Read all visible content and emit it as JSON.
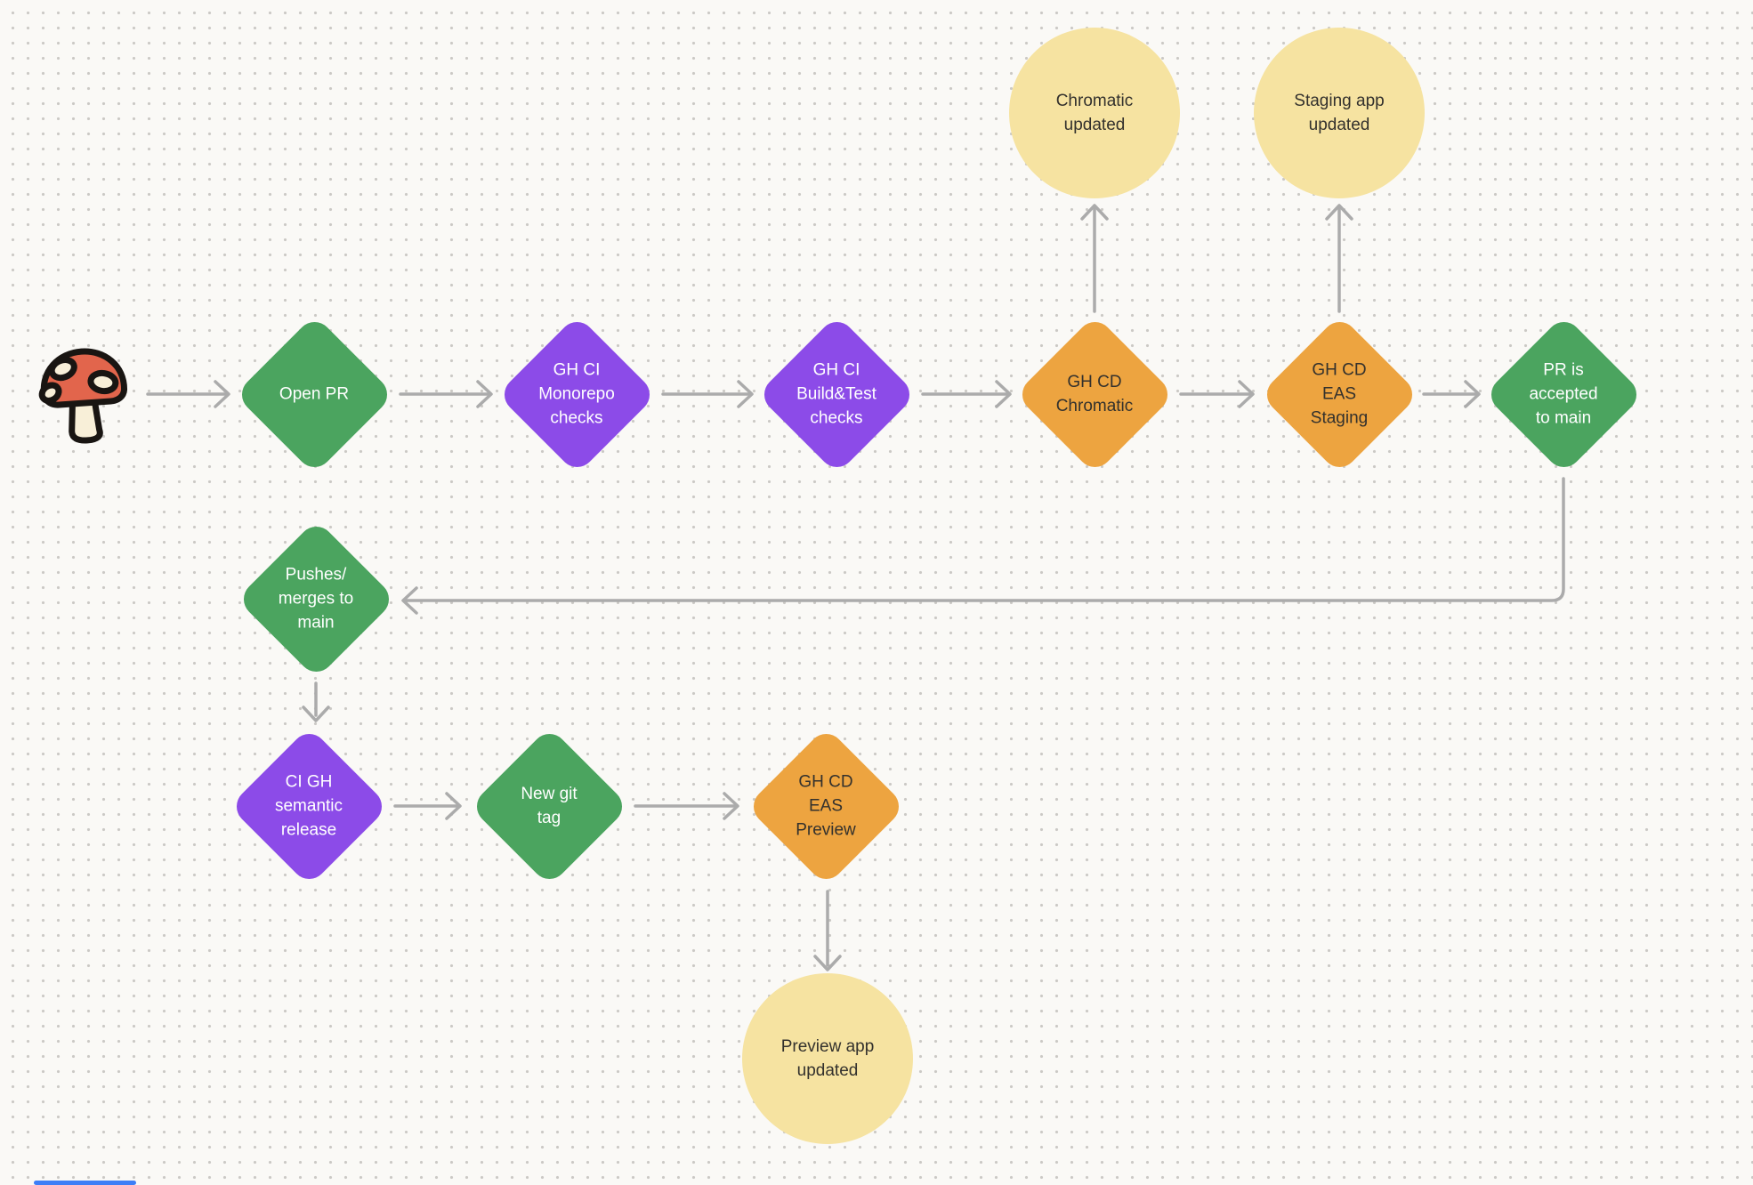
{
  "canvas": {
    "background": "#FAF9F6",
    "dot_color": "#CBC9C5"
  },
  "palette": {
    "green": "#4BA45F",
    "purple": "#8C4BE8",
    "orange": "#EDA440",
    "yellow": "#F6E3A1",
    "arrow": "#ABABAB",
    "text_on_bright": "#FFFFFF",
    "text_on_soft": "#33312D",
    "accent_bar": "#3D7EF7"
  },
  "sticker": {
    "name": "mushroom"
  },
  "nodes": {
    "open_pr": {
      "shape": "diamond",
      "color": "green",
      "label": "Open PR"
    },
    "ci_monorepo": {
      "shape": "diamond",
      "color": "purple",
      "label": "GH CI\nMonorepo\nchecks"
    },
    "ci_build_test": {
      "shape": "diamond",
      "color": "purple",
      "label": "GH CI\nBuild&Test\nchecks"
    },
    "cd_chromatic": {
      "shape": "diamond",
      "color": "orange",
      "label": "GH CD\nChromatic"
    },
    "cd_eas_staging": {
      "shape": "diamond",
      "color": "orange",
      "label": "GH CD\nEAS\nStaging"
    },
    "pr_accepted": {
      "shape": "diamond",
      "color": "green",
      "label": "PR is\naccepted\nto main"
    },
    "chromatic_updated": {
      "shape": "circle",
      "color": "yellow",
      "label": "Chromatic\nupdated"
    },
    "staging_updated": {
      "shape": "circle",
      "color": "yellow",
      "label": "Staging app\nupdated"
    },
    "pushes_main": {
      "shape": "diamond",
      "color": "green",
      "label": "Pushes/\nmerges to\nmain"
    },
    "semantic_release": {
      "shape": "diamond",
      "color": "purple",
      "label": "CI GH\nsemantic\nrelease"
    },
    "new_git_tag": {
      "shape": "diamond",
      "color": "green",
      "label": "New git\ntag"
    },
    "cd_eas_preview": {
      "shape": "diamond",
      "color": "orange",
      "label": "GH CD\nEAS\nPreview"
    },
    "preview_updated": {
      "shape": "circle",
      "color": "yellow",
      "label": "Preview app\nupdated"
    }
  },
  "edges": [
    {
      "from": "mushroom",
      "to": "open_pr"
    },
    {
      "from": "open_pr",
      "to": "ci_monorepo"
    },
    {
      "from": "ci_monorepo",
      "to": "ci_build_test"
    },
    {
      "from": "ci_build_test",
      "to": "cd_chromatic"
    },
    {
      "from": "cd_chromatic",
      "to": "cd_eas_staging"
    },
    {
      "from": "cd_chromatic",
      "to": "chromatic_updated"
    },
    {
      "from": "cd_eas_staging",
      "to": "staging_updated"
    },
    {
      "from": "cd_eas_staging",
      "to": "pr_accepted"
    },
    {
      "from": "pr_accepted",
      "to": "pushes_main"
    },
    {
      "from": "pushes_main",
      "to": "semantic_release"
    },
    {
      "from": "semantic_release",
      "to": "new_git_tag"
    },
    {
      "from": "new_git_tag",
      "to": "cd_eas_preview"
    },
    {
      "from": "cd_eas_preview",
      "to": "preview_updated"
    }
  ]
}
